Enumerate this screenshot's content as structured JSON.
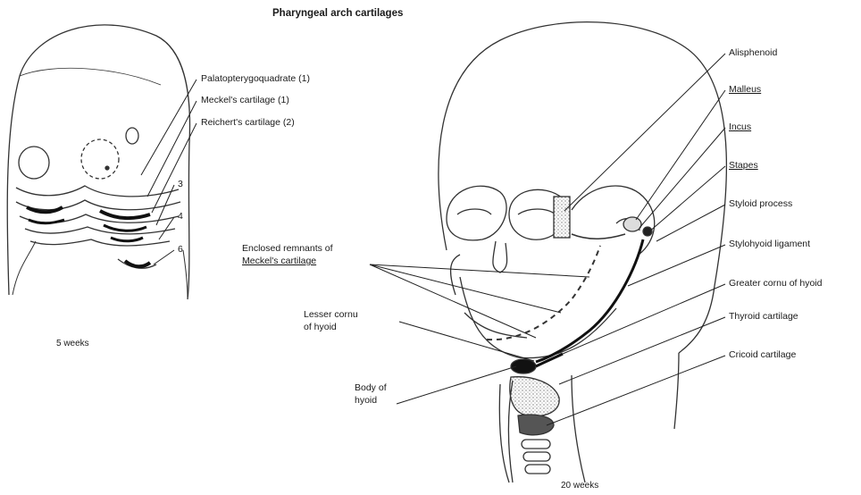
{
  "figure": {
    "title": "Pharyngeal arch cartilages",
    "left_panel": {
      "caption": "5 weeks",
      "labels": {
        "palatopterygoquadrate": "Palatopterygoquadrate (1)",
        "meckels": "Meckel's cartilage (1)",
        "reicherts": "Reichert's cartilage (2)",
        "arch3": "3",
        "arch4": "4",
        "arch6": "6"
      }
    },
    "right_panel": {
      "caption": "20 weeks",
      "labels": {
        "alisphenoid": "Alisphenoid",
        "malleus": "Malleus",
        "incus": "Incus",
        "stapes": "Stapes",
        "styloid": "Styloid process",
        "stylohyoid": "Stylohyoid ligament",
        "greater_cornu": "Greater cornu of hyoid",
        "thyroid": "Thyroid cartilage",
        "cricoid": "Cricoid cartilage",
        "meckel_remnants_1": "Enclosed remnants of",
        "meckel_remnants_2": "Meckel's cartilage",
        "lesser_cornu_1": "Lesser cornu",
        "lesser_cornu_2": "of hyoid",
        "body_hyoid_1": "Body of",
        "body_hyoid_2": "hyoid"
      }
    }
  }
}
